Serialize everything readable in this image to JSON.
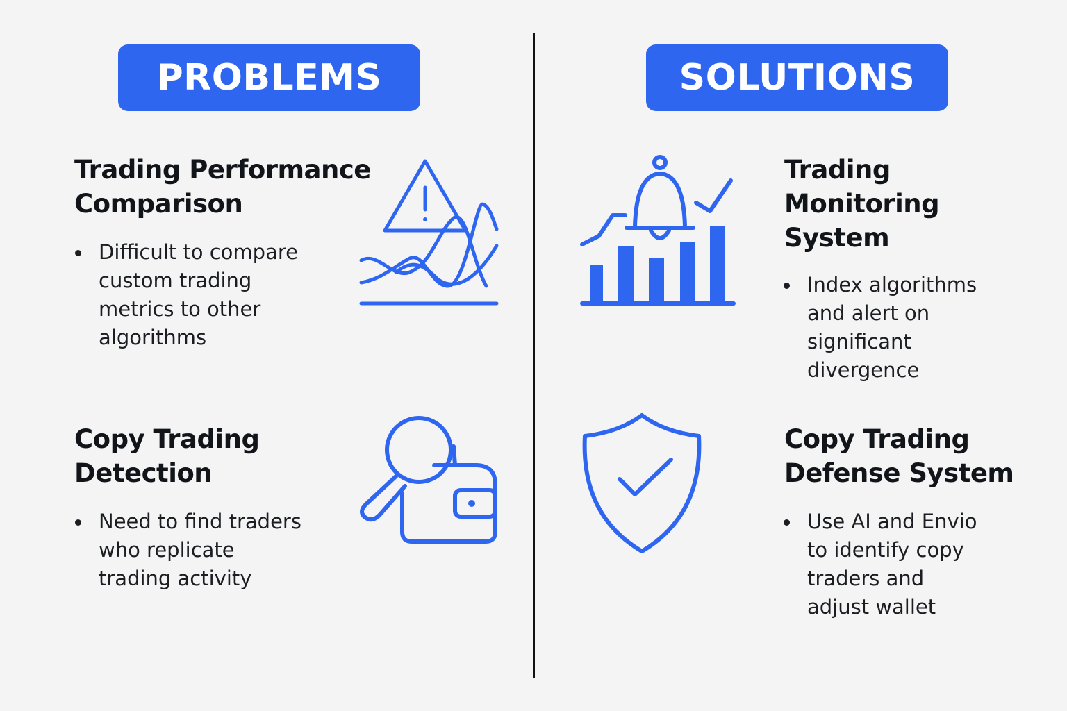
{
  "colors": {
    "accent": "#2f66f0",
    "background": "#f4f4f4",
    "text": "#111418"
  },
  "problems": {
    "heading": "PROBLEMS",
    "items": [
      {
        "title_lines": [
          "Trading Performance",
          "Comparison"
        ],
        "bullet_lines": [
          "Difficult to compare",
          "custom trading",
          "metrics to other",
          "algorithms"
        ],
        "icon": "warning-chart-icon"
      },
      {
        "title_lines": [
          "Copy Trading",
          "Detection"
        ],
        "bullet_lines": [
          "Need to find traders",
          "who replicate",
          "trading activity"
        ],
        "icon": "search-wallet-icon"
      }
    ]
  },
  "solutions": {
    "heading": "SOLUTIONS",
    "items": [
      {
        "title_lines": [
          "Trading",
          "Monitoring",
          "System"
        ],
        "bullet_lines": [
          "Index algorithms",
          "and alert on",
          "significant",
          "divergence"
        ],
        "icon": "bell-bar-chart-icon"
      },
      {
        "title_lines": [
          "Copy Trading",
          "Defense System"
        ],
        "bullet_lines": [
          "Use AI and Envio",
          "to identify copy",
          "traders and",
          "adjust wallet"
        ],
        "icon": "shield-check-icon"
      }
    ]
  }
}
